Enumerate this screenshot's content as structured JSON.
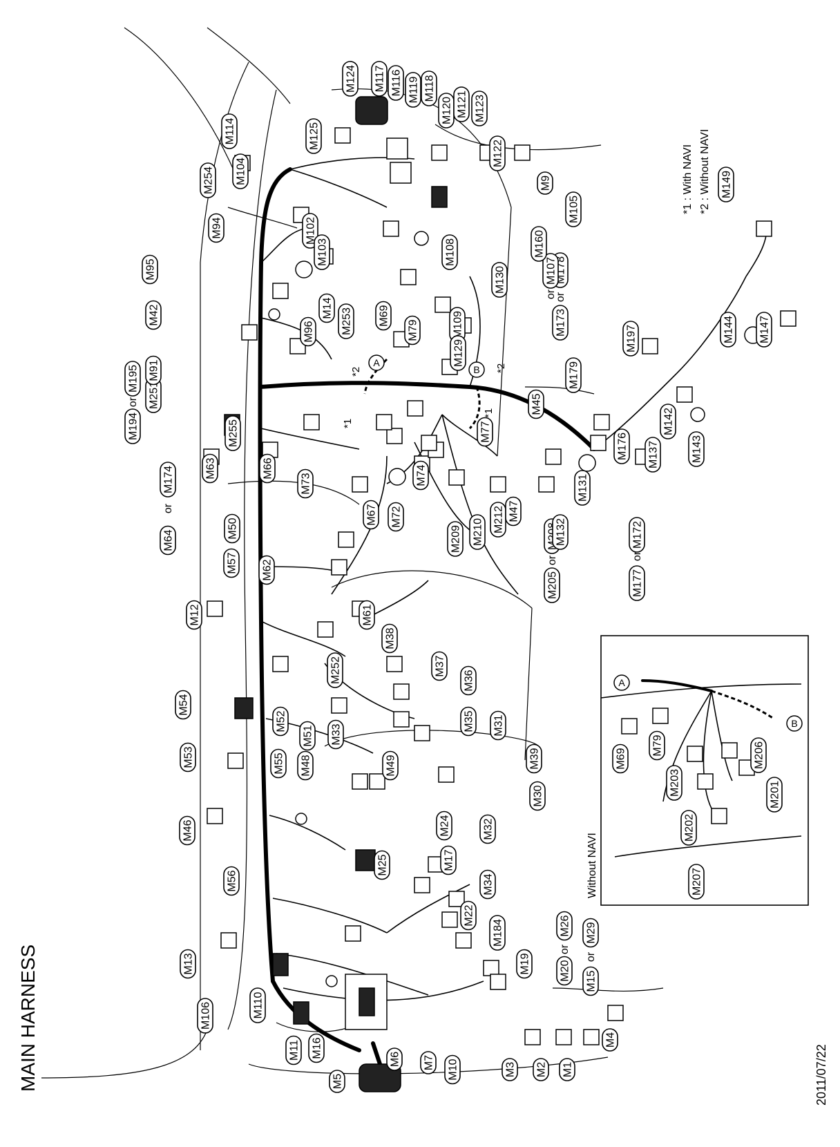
{
  "title": "MAIN HARNESS",
  "date": "2011/07/22",
  "legend": {
    "star1": "*1 : With NAVI",
    "star2": "*2 : Without NAVI"
  },
  "inset": {
    "label": "Without NAVI",
    "connectors": [
      "M69",
      "M79",
      "M203",
      "M202",
      "M207",
      "M201",
      "M206"
    ],
    "points": [
      "A",
      "B"
    ]
  },
  "callouts": {
    "star1": "*1",
    "star2": "*2",
    "point_a": "A",
    "point_b": "B"
  },
  "labels": [
    "M5",
    "M6",
    "M7",
    "M10",
    "M3",
    "M2",
    "M1",
    "M4",
    "M15",
    "or",
    "M29",
    "M20",
    "or",
    "M26",
    "M11",
    "M16",
    "M110",
    "M106",
    "M13",
    "M19",
    "M184",
    "M22",
    "M34",
    "M17",
    "M24",
    "M32",
    "M25",
    "M56",
    "M46",
    "M53",
    "M54",
    "M55",
    "M48",
    "M49",
    "M30",
    "M39",
    "M31",
    "M35",
    "M36",
    "M37",
    "M38",
    "M51",
    "M52",
    "M33",
    "M252",
    "M61",
    "M12",
    "M57",
    "M62",
    "M64",
    "or",
    "M174",
    "M50",
    "M205",
    "or",
    "M208",
    "M209",
    "M210",
    "M212",
    "M67",
    "M72",
    "M73",
    "M74",
    "M66",
    "M63",
    "M255",
    "M194",
    "or",
    "M195",
    "M251",
    "M91",
    "M42",
    "M95",
    "M94",
    "M254",
    "M114",
    "M104",
    "M96",
    "M14",
    "M253",
    "M69",
    "M79",
    "M77",
    "M45",
    "M47",
    "M132",
    "M131",
    "M172",
    "or",
    "M177",
    "M176",
    "M137",
    "M143",
    "M142",
    "M144",
    "M147",
    "M149",
    "M179",
    "M197",
    "M173",
    "or",
    "M178",
    "M107",
    "or",
    "M130",
    "M108",
    "M109",
    "M129",
    "M105",
    "M160",
    "M9",
    "M102",
    "M103",
    "M125",
    "M124",
    "M117",
    "M116",
    "M119",
    "M118",
    "M120",
    "M121",
    "M123",
    "M122"
  ]
}
